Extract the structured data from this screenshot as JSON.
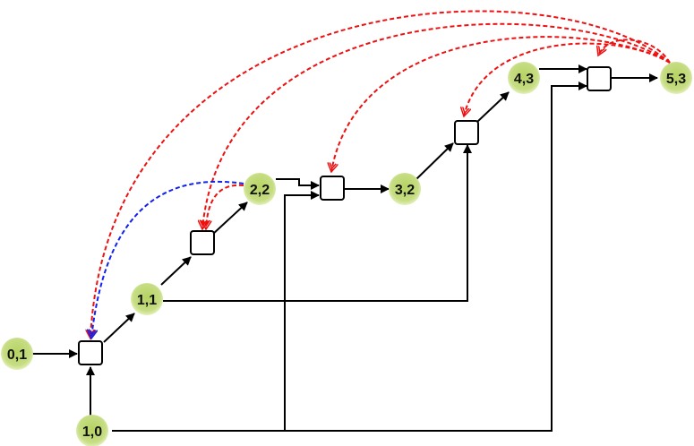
{
  "colors": {
    "node_fill": "#c3d97a",
    "node_glow": "#dfeeb0",
    "junction_fill": "#ffffff",
    "solid_edge": "#000000",
    "red_dashed": "#ee1111",
    "blue_dashed": "#1122ee"
  },
  "nodes": {
    "n01": {
      "label": "0,1"
    },
    "n10": {
      "label": "1,0"
    },
    "n11": {
      "label": "1,1"
    },
    "n22": {
      "label": "2,2"
    },
    "n32": {
      "label": "3,2"
    },
    "n43": {
      "label": "4,3"
    },
    "n53": {
      "label": "5,3"
    }
  },
  "junctions": [
    "j1",
    "j2",
    "j3",
    "j4",
    "j5"
  ],
  "edges": {
    "solid": [
      [
        "n01",
        "j1"
      ],
      [
        "n10",
        "j1"
      ],
      [
        "j1",
        "n11"
      ],
      [
        "n11",
        "j2"
      ],
      [
        "j2",
        "n22"
      ],
      [
        "n22",
        "j3"
      ],
      [
        "n10",
        "j3"
      ],
      [
        "j3",
        "n32"
      ],
      [
        "n32",
        "j4"
      ],
      [
        "n11",
        "j4"
      ],
      [
        "j4",
        "n43"
      ],
      [
        "n43",
        "j5"
      ],
      [
        "n10",
        "j5"
      ],
      [
        "j5",
        "n53"
      ]
    ],
    "dashed_red": [
      [
        "n53",
        "j1"
      ],
      [
        "n53",
        "j2"
      ],
      [
        "n53",
        "j3"
      ],
      [
        "n53",
        "j4"
      ],
      [
        "n53",
        "j5"
      ],
      [
        "n22",
        "j2"
      ]
    ],
    "dashed_blue": [
      [
        "n22",
        "j1"
      ]
    ]
  }
}
